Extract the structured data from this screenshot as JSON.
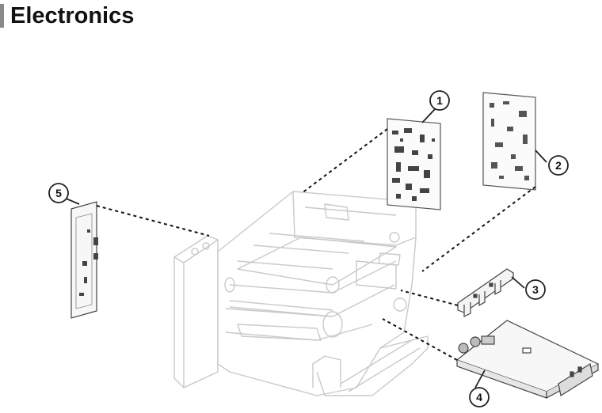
{
  "title": "Electronics",
  "callouts": [
    {
      "label": "1"
    },
    {
      "label": "2"
    },
    {
      "label": "3"
    },
    {
      "label": "4"
    },
    {
      "label": "5"
    }
  ]
}
